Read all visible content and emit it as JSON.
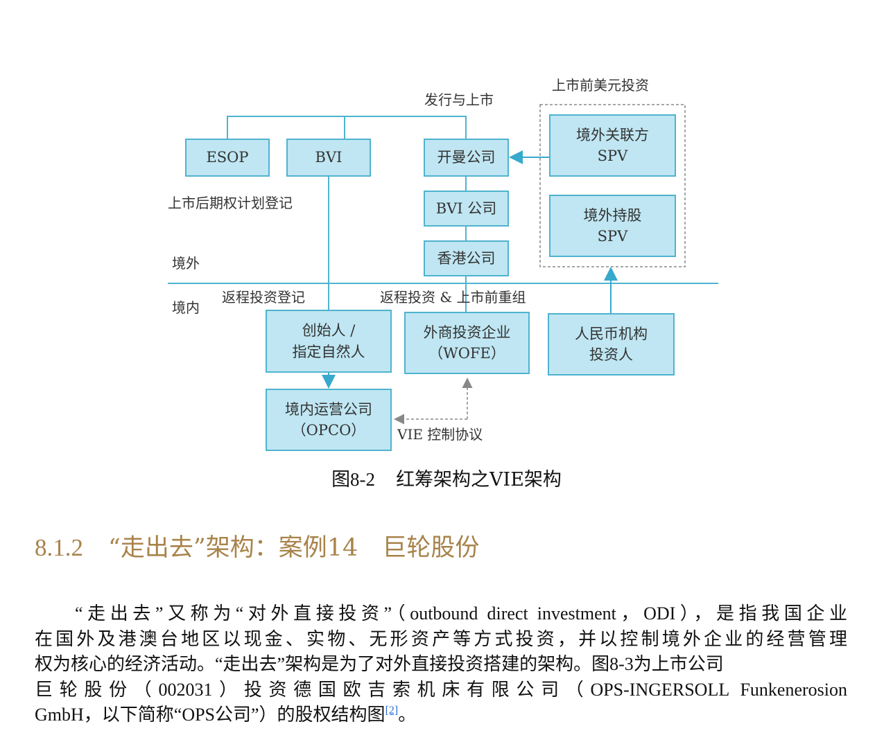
{
  "diagram": {
    "labels": {
      "issue_listing": "发行与上市",
      "pre_ipo_usd": "上市前美元投资",
      "post_listing_option": "上市后期权计划登记",
      "offshore": "境外",
      "onshore": "境内",
      "round_trip_reg": "返程投资登记",
      "round_trip_restructure": "返程投资 & 上市前重组",
      "vie_control": "VIE 控制协议"
    },
    "boxes": {
      "esop": "ESOP",
      "bvi": "BVI",
      "cayman": "开曼公司",
      "bvi_co": "BVI 公司",
      "hk_co": "香港公司",
      "spv1_line1": "境外关联方",
      "spv1_line2": "SPV",
      "spv2_line1": "境外持股",
      "spv2_line2": "SPV",
      "founder_line1": "创始人 /",
      "founder_line2": "指定自然人",
      "wofe_line1": "外商投资企业",
      "wofe_line2": "（WOFE）",
      "rmb_line1": "人民币机构",
      "rmb_line2": "投资人",
      "opco_line1": "境内运营公司",
      "opco_line2": "（OPCO）"
    },
    "colors": {
      "box_fill": "#bfe6f2",
      "box_border": "#4fb3cf",
      "line": "#4fb3cf",
      "arrow": "#36a9cc",
      "dashed_arrow": "#888888"
    }
  },
  "caption": {
    "number": "图8-2",
    "title": "红筹架构之VIE架构"
  },
  "section": {
    "number": "8.1.2",
    "title": "“走出去”架构：案例14　巨轮股份",
    "color": "#a8834a"
  },
  "paragraph": {
    "line1": "“走出去”又称为“对外直接投资”（outbound direct investment，ODI），是指我国企业",
    "line2": "在国外及港澳台地区以现金、实物、无形资产等方式投资，并以控制境外企业的经营管理",
    "line3": "权为核心的经济活动。“走出去”架构是为了对外直接投资搭建的架构。图8-3为上市公司",
    "line4": "巨轮股份（002031）投资德国欧吉索机床有限公司（OPS-INGERSOLL Funkenerosion",
    "line5": "GmbH，以下简称“OPS公司”）的股权结构图",
    "footnote": "[2]",
    "line5_end": "。"
  }
}
